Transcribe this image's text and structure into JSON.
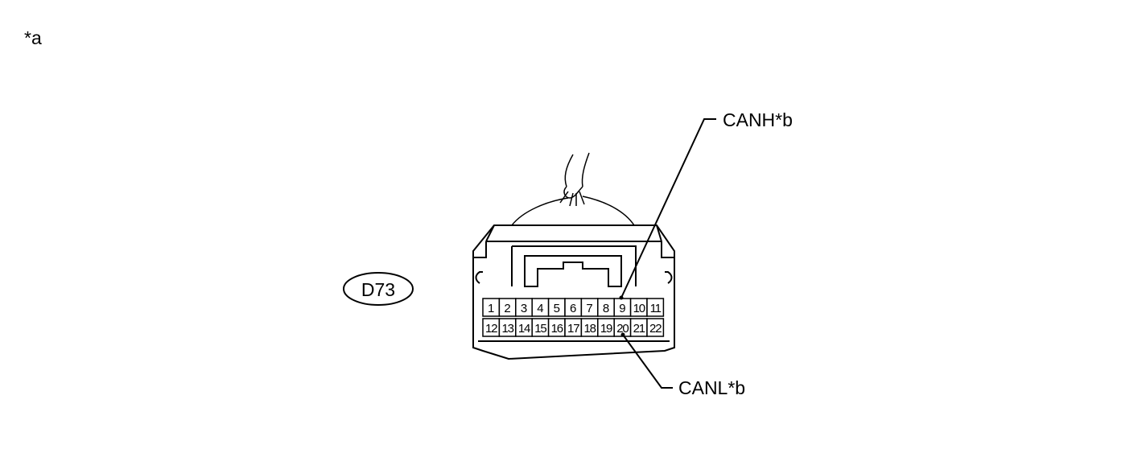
{
  "corner_label": "*a",
  "connector": {
    "id": "D73",
    "pins_top": [
      "1",
      "2",
      "3",
      "4",
      "5",
      "6",
      "7",
      "8",
      "9",
      "10",
      "11"
    ],
    "pins_bottom": [
      "12",
      "13",
      "14",
      "15",
      "16",
      "17",
      "18",
      "19",
      "20",
      "21",
      "22"
    ]
  },
  "callouts": {
    "canh": "CANH*b",
    "canl": "CANL*b"
  }
}
